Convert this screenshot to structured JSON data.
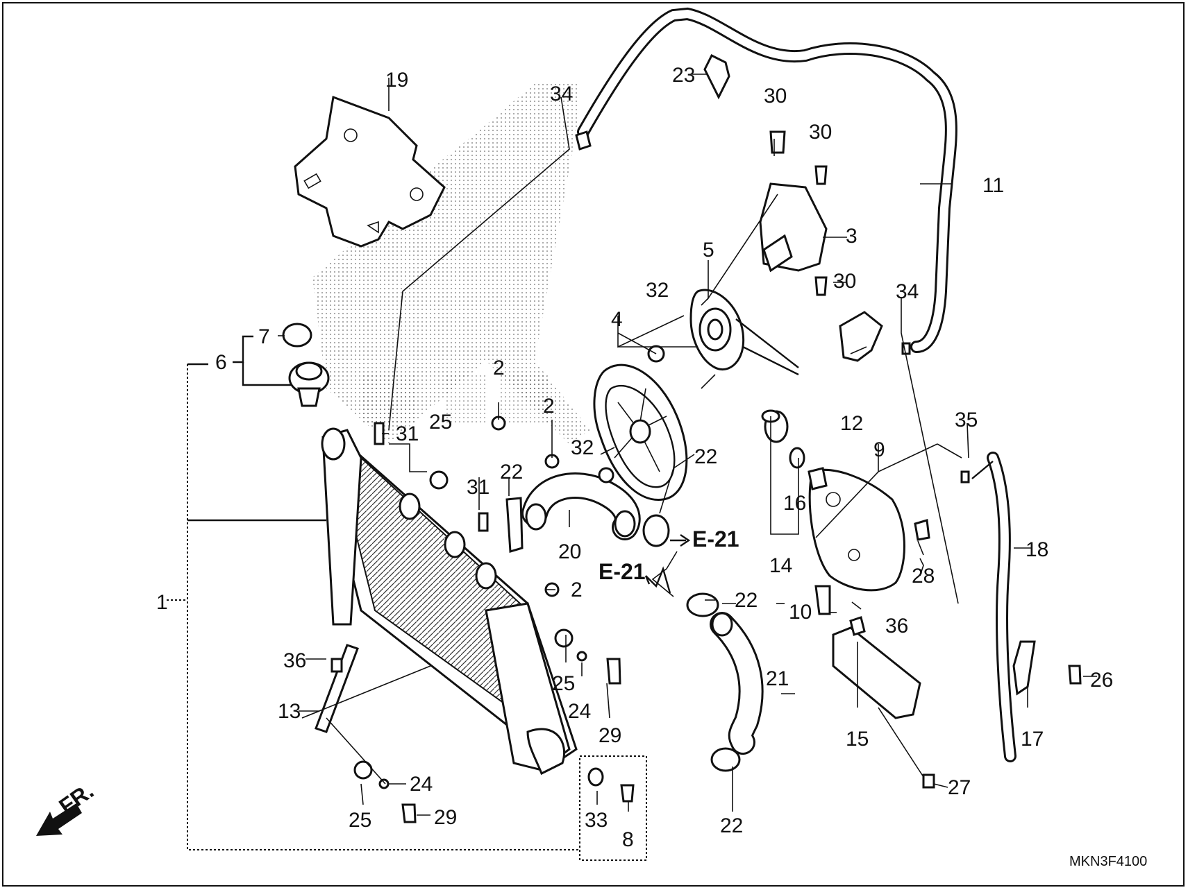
{
  "diagram_code": "MKN3F4100",
  "direction_label": "FR.",
  "reference": "E-21",
  "callouts": [
    "1",
    "2",
    "3",
    "4",
    "5",
    "6",
    "7",
    "8",
    "9",
    "10",
    "11",
    "12",
    "13",
    "14",
    "15",
    "16",
    "17",
    "18",
    "19",
    "20",
    "21",
    "22",
    "23",
    "24",
    "25",
    "26",
    "27",
    "28",
    "29",
    "30",
    "31",
    "32",
    "33",
    "34",
    "35",
    "36"
  ]
}
